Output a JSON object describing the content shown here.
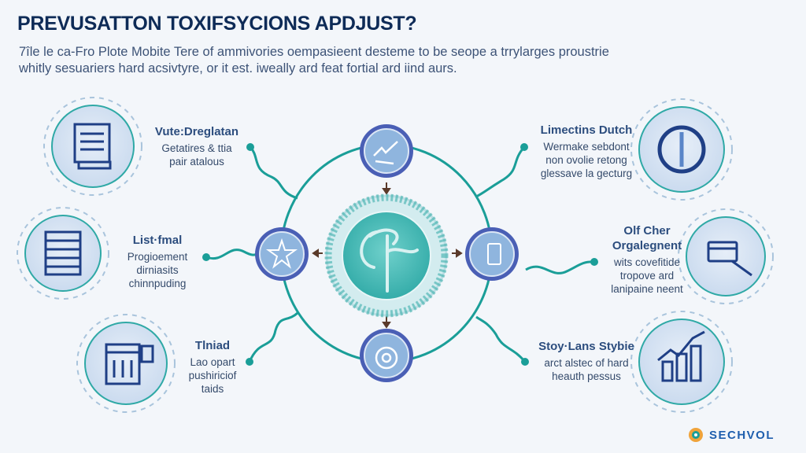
{
  "title": "PREVUSATTON TOXIFSYCIONS APDJUST?",
  "subtitle_lines": [
    "7île le ca-Fro Plote Mobite Tere of ammivories oempasieent desteme to be seope a trrylarges proustrie",
    "whitly sesuariers hard acsivtyre, or it est. iweally ard feat fortial ard iind aurs."
  ],
  "center": {
    "emblem_icon": "medical-emblem-icon"
  },
  "left_items": [
    {
      "heading": "Vute:Dreglatan",
      "lines": [
        "Getatires & ttia",
        "pair atalous"
      ],
      "icon": "document-computer-icon"
    },
    {
      "heading": "List·fmal",
      "lines": [
        "Progioement",
        "dirniasits",
        "chinnpuding"
      ],
      "icon": "list-panel-icon"
    },
    {
      "heading": "Tlniad",
      "lines": [
        "Lao opart",
        "pushiriciof",
        "taids"
      ],
      "icon": "calendar-document-icon"
    }
  ],
  "right_items": [
    {
      "heading": "Limectins Dutch",
      "lines": [
        "Wermake sebdont",
        "non ovolie retong",
        "glessave la gecturg"
      ],
      "icon": "gauge-icon"
    },
    {
      "heading": "Olf Cher Orgalegnent",
      "lines": [
        "wits covefitide",
        "tropove ard",
        "lanipaine neent"
      ],
      "icon": "credit-card-hand-icon"
    },
    {
      "heading": "Stoy·Lans Stybie",
      "lines": [
        "arct alstec of hard",
        "heauth pessus"
      ],
      "icon": "growth-chart-icon"
    }
  ],
  "ring_nodes": [
    "trend-chart-icon",
    "star-icon",
    "device-icon",
    "target-icon"
  ],
  "logo": {
    "text": "SECHVOL"
  },
  "colors": {
    "navy": "#0e2b57",
    "teal": "#1a9e98",
    "node_blue": "#4a5fb5",
    "light_blue": "#8fb5de"
  }
}
